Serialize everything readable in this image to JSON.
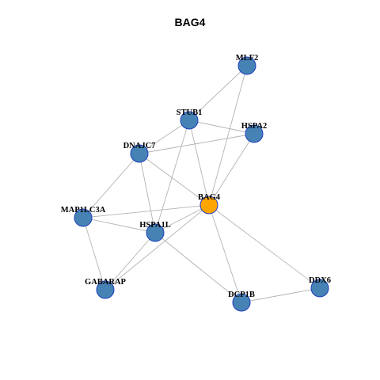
{
  "title": "BAG4",
  "colors": {
    "default_node": "#4682b4",
    "focus_node": "#ffa500",
    "edge": "#b3b3b3",
    "node_border": "#1f3fbf"
  },
  "nodes": [
    {
      "id": "MLF2",
      "label": "MLF2",
      "focus": false
    },
    {
      "id": "STUB1",
      "label": "STUB1",
      "focus": false
    },
    {
      "id": "HSPA2",
      "label": "HSPA2",
      "focus": false
    },
    {
      "id": "DNAJC7",
      "label": "DNAJC7",
      "focus": false
    },
    {
      "id": "BAG4",
      "label": "BAG4",
      "focus": true
    },
    {
      "id": "MAP1LC3A",
      "label": "MAP1LC3A",
      "focus": false
    },
    {
      "id": "HSPA1L",
      "label": "HSPA1L",
      "focus": false
    },
    {
      "id": "GABARAP",
      "label": "GABARAP",
      "focus": false
    },
    {
      "id": "DCP1B",
      "label": "DCP1B",
      "focus": false
    },
    {
      "id": "DDX6",
      "label": "DDX6",
      "focus": false
    }
  ],
  "edges": [
    [
      "MLF2",
      "STUB1"
    ],
    [
      "MLF2",
      "BAG4"
    ],
    [
      "STUB1",
      "HSPA2"
    ],
    [
      "STUB1",
      "DNAJC7"
    ],
    [
      "STUB1",
      "BAG4"
    ],
    [
      "STUB1",
      "HSPA1L"
    ],
    [
      "HSPA2",
      "BAG4"
    ],
    [
      "DNAJC7",
      "HSPA2"
    ],
    [
      "DNAJC7",
      "BAG4"
    ],
    [
      "DNAJC7",
      "MAP1LC3A"
    ],
    [
      "DNAJC7",
      "HSPA1L"
    ],
    [
      "MAP1LC3A",
      "BAG4"
    ],
    [
      "MAP1LC3A",
      "HSPA1L"
    ],
    [
      "MAP1LC3A",
      "GABARAP"
    ],
    [
      "HSPA1L",
      "BAG4"
    ],
    [
      "HSPA1L",
      "GABARAP"
    ],
    [
      "HSPA1L",
      "DCP1B"
    ],
    [
      "GABARAP",
      "BAG4"
    ],
    [
      "BAG4",
      "DCP1B"
    ],
    [
      "BAG4",
      "DDX6"
    ],
    [
      "DCP1B",
      "DDX6"
    ]
  ]
}
